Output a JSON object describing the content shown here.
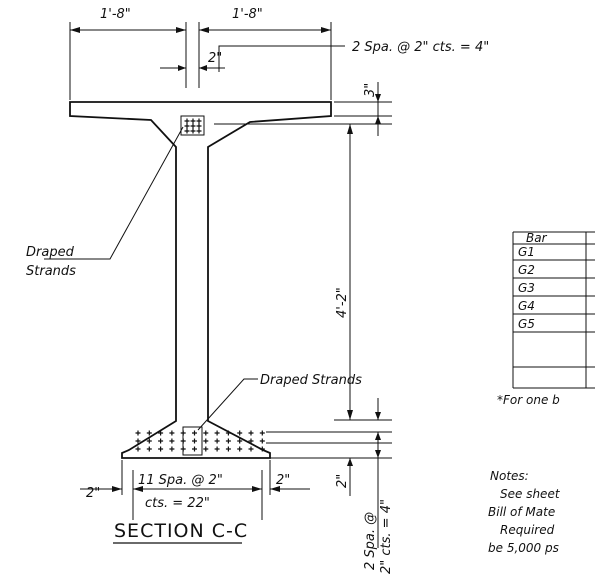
{
  "dimensions": {
    "top_left_width": "1'-8\"",
    "top_right_width": "1'-8\"",
    "web_gap": "2\"",
    "strand_spacing_top": "2 Spa. @ 2\" cts. = 4\"",
    "flange_offset": "3\"",
    "web_height": "4'-2\"",
    "bottom_left_edge": "2\"",
    "bottom_spacing_line1": "11 Spa. @ 2\"",
    "bottom_spacing_line2": "cts. = 22\"",
    "bottom_right_edge": "2\"",
    "bottom_offset": "2\"",
    "vertical_spacing_line1": "2 Spa. @",
    "vertical_spacing_line2": "2\" cts. = 4\""
  },
  "labels": {
    "draped_left_line1": "Draped",
    "draped_left_line2": "Strands",
    "draped_bottom": "Draped Strands"
  },
  "section_title": "SECTION C-C",
  "bar_table": {
    "header": "Bar",
    "rows": [
      "G1",
      "G2",
      "G3",
      "G4",
      "G5",
      ""
    ],
    "footnote": "*For one b"
  },
  "notes": {
    "heading": "Notes:",
    "lines": [
      "See sheet",
      "Bill of Mate",
      "Required",
      "be 5,000 ps"
    ]
  }
}
